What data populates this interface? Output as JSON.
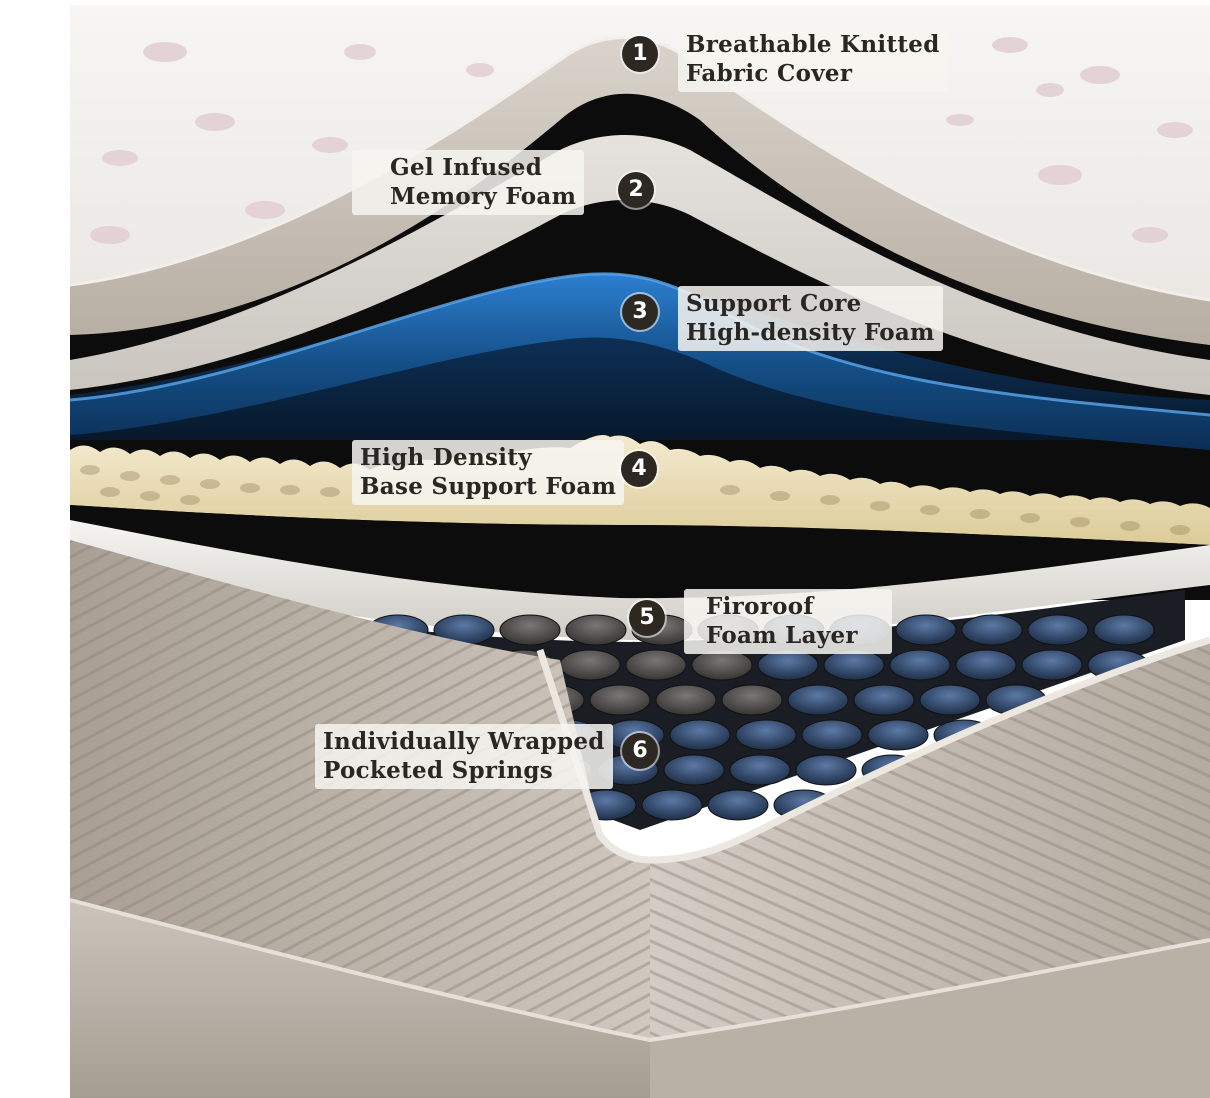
{
  "layers": [
    {
      "number": "1",
      "line1": "Breathable Knitted",
      "line2": "Fabric Cover",
      "color": "#efedea"
    },
    {
      "number": "2",
      "line1": "Gel Infused",
      "line2": "Memory Foam",
      "color": "#dedbd6"
    },
    {
      "number": "3",
      "line1": "Support Core",
      "line2": "High-density Foam",
      "color": "#1f63a8"
    },
    {
      "number": "4",
      "line1": "High Density",
      "line2": "Base Support Foam",
      "color": "#ede2b8"
    },
    {
      "number": "5",
      "line1": "Firoroof",
      "line2": "Foam Layer",
      "color": "#ecebe7"
    },
    {
      "number": "6",
      "line1": "Individually Wrapped",
      "line2": "Pocketed Springs",
      "color": "#3b557c"
    }
  ],
  "colors": {
    "quilted_top": "#f3f1ef",
    "quilt_dimple": "#d9c3c8",
    "border_fabric": "#b3aa9f",
    "base_fabric": "#9b8f83",
    "deep_shadow": "#0d0c0c",
    "badge": "#2e2823"
  }
}
